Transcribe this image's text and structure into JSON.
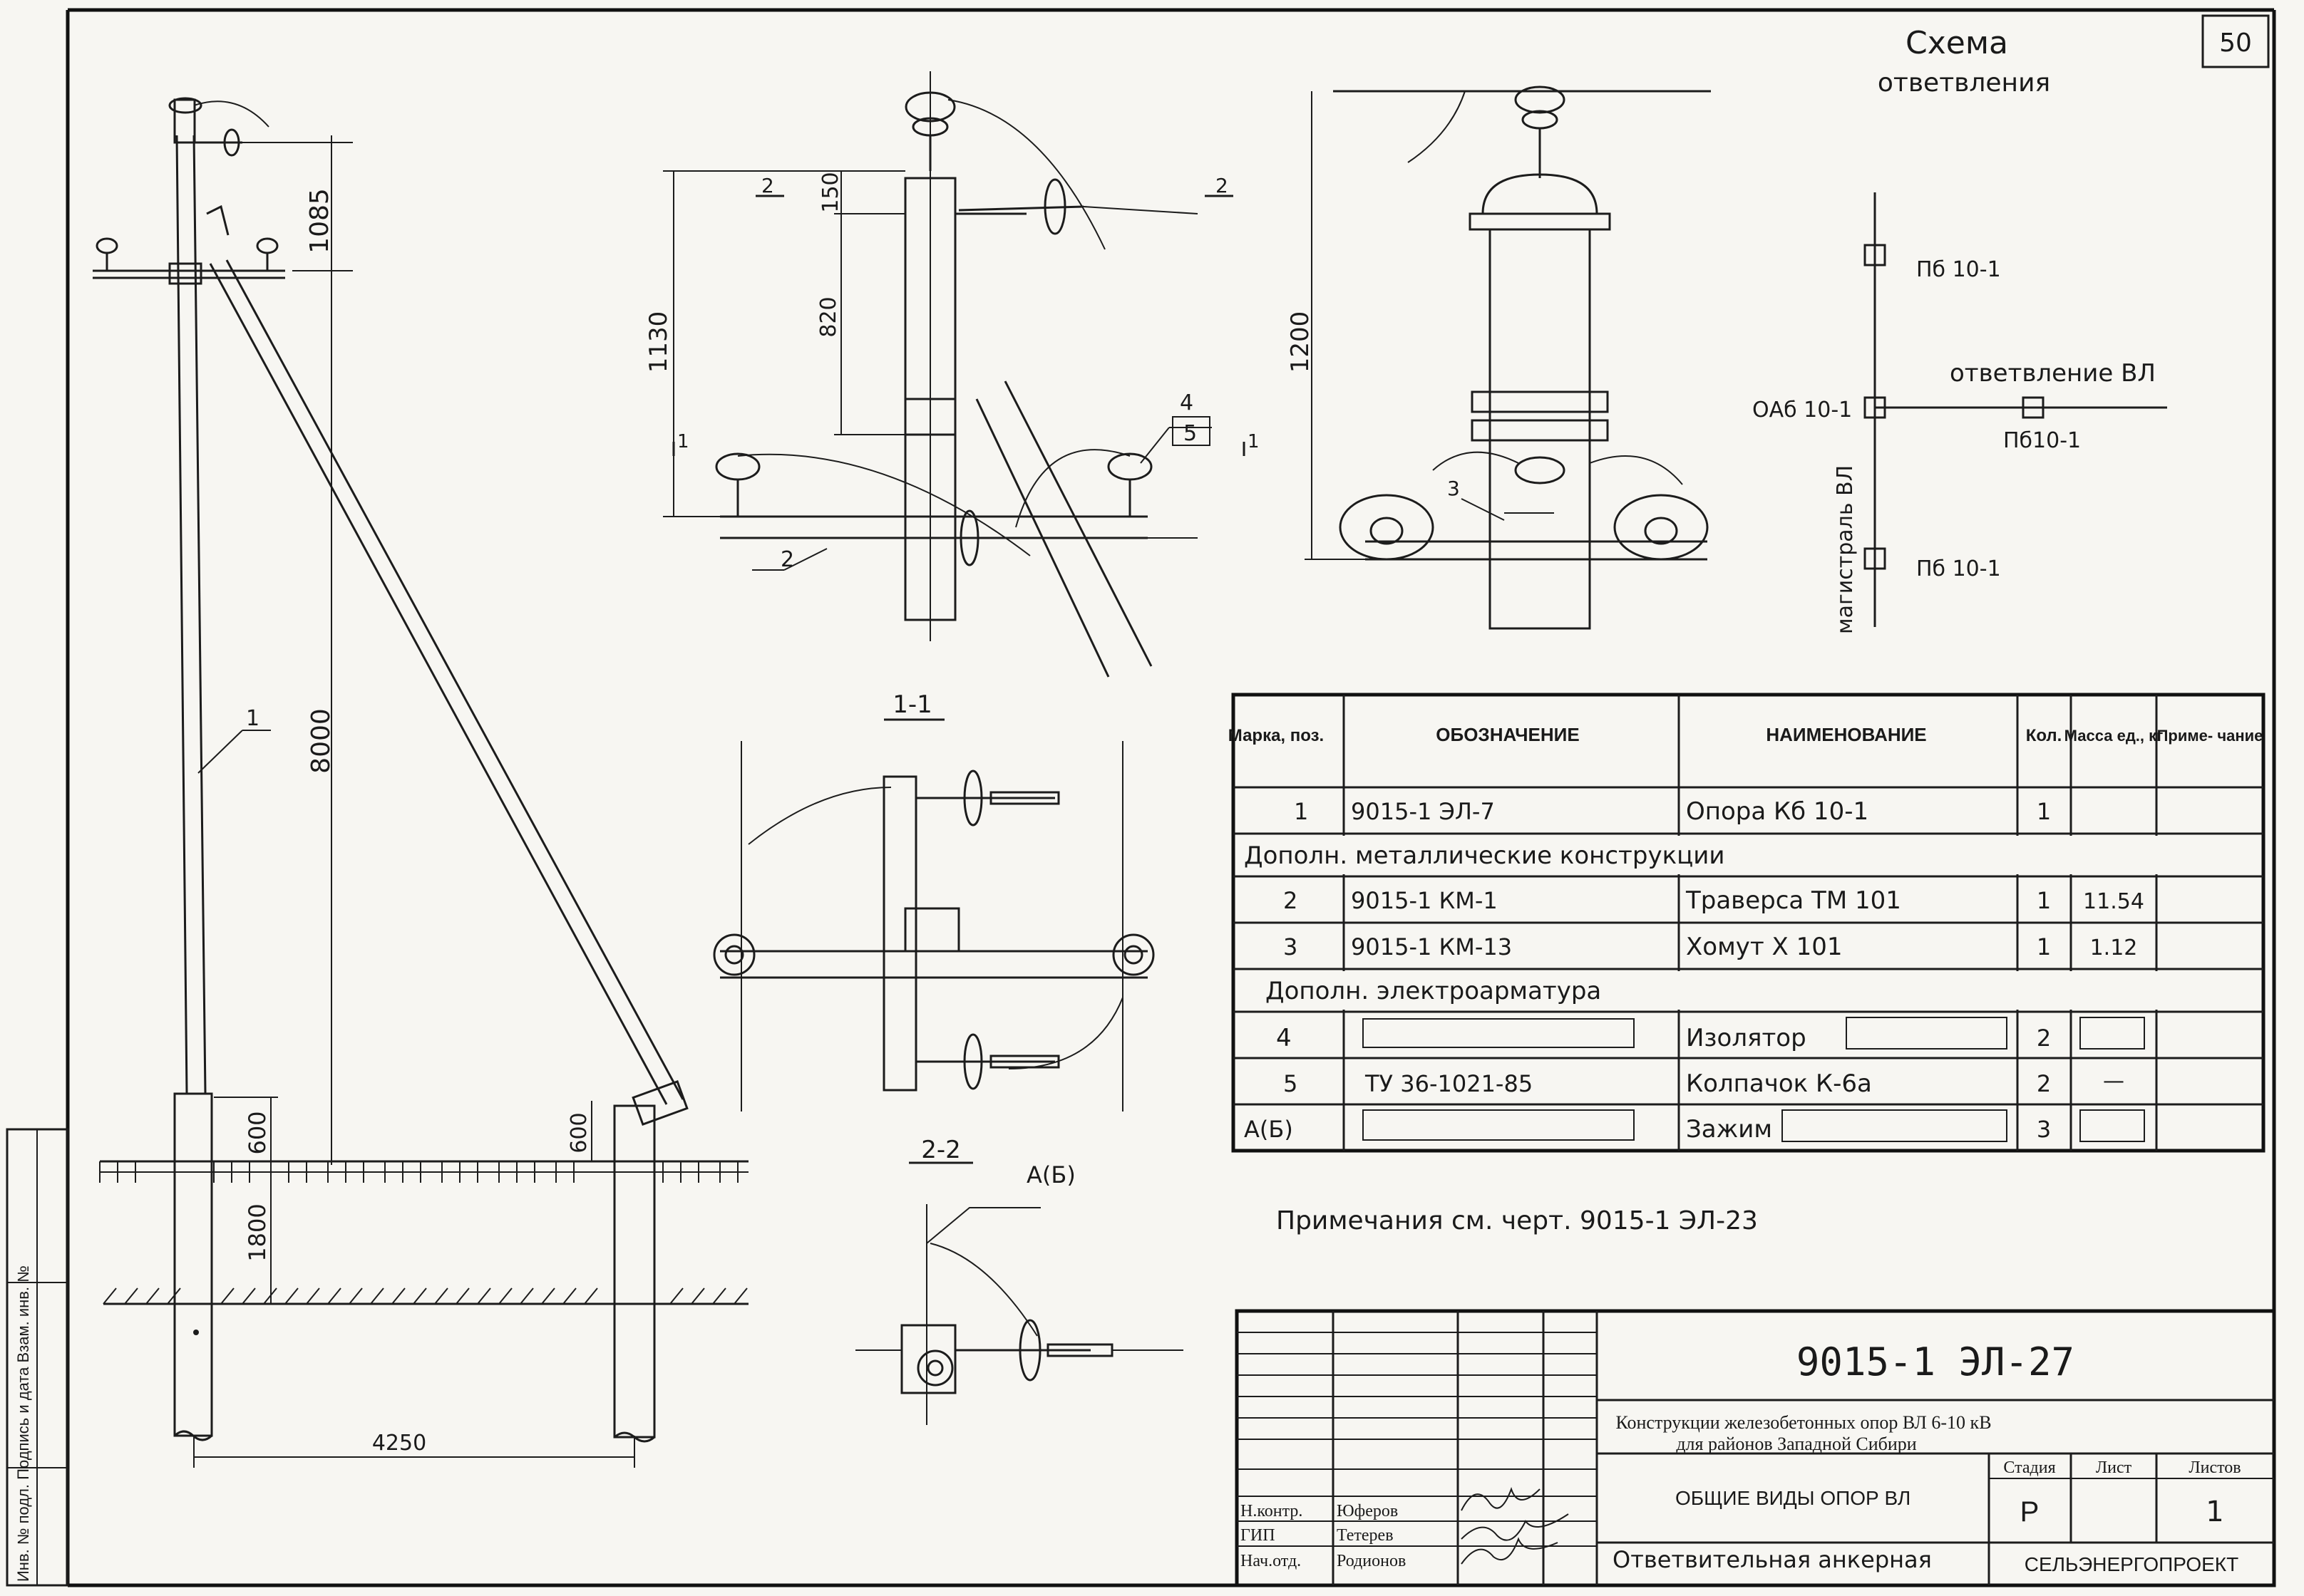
{
  "sheet_number": "50",
  "scheme": {
    "title_line1": "Схема",
    "title_line2": "ответвления",
    "main_line": "магистраль ВЛ",
    "branch_line": "ответвление ВЛ",
    "nodes": [
      "Пб 10-1",
      "ОАб 10-1",
      "Пб10-1",
      "Пб 10-1"
    ]
  },
  "elevation": {
    "dims": [
      "1085",
      "8000",
      "600",
      "1800",
      "600",
      "4250"
    ],
    "callout": "1"
  },
  "detail_top": {
    "dims": [
      "150",
      "820",
      "1130"
    ],
    "callouts": [
      "2",
      "4",
      "5",
      "2"
    ],
    "section_marks": [
      "2",
      "2",
      "1",
      "1"
    ]
  },
  "detail_side": {
    "dims": [
      "1200"
    ],
    "callouts": [
      "3"
    ]
  },
  "section_labels": [
    "1-1",
    "2-2"
  ],
  "clamp_label": "А(Б)",
  "spec_table": {
    "headers": [
      "Марка, поз.",
      "ОБОЗНАЧЕНИЕ",
      "НАИМЕНОВАНИЕ",
      "Кол.",
      "Масса ед., кг",
      "Приме- чание"
    ],
    "rows": [
      {
        "pos": "1",
        "code": "9015-1 ЭЛ-7",
        "name": "Опора Кб 10-1",
        "qty": "1",
        "mass": "",
        "note": ""
      },
      {
        "section": "Дополн. металлические конструкции"
      },
      {
        "pos": "2",
        "code": "9015-1 КМ-1",
        "name": "Траверса ТМ 101",
        "qty": "1",
        "mass": "11.54",
        "note": ""
      },
      {
        "pos": "3",
        "code": "9015-1 КМ-13",
        "name": "Хомут Х 101",
        "qty": "1",
        "mass": "1.12",
        "note": ""
      },
      {
        "section": "Дополн. электроарматура"
      },
      {
        "pos": "4",
        "code": "",
        "name": "Изолятор",
        "qty": "2",
        "mass": "",
        "note": ""
      },
      {
        "pos": "5",
        "code": "ТУ 36-1021-85",
        "name": "Колпачок К-6а",
        "qty": "2",
        "mass": "—",
        "note": ""
      },
      {
        "pos": "А(Б)",
        "code": "",
        "name": "Зажим",
        "qty": "3",
        "mass": "",
        "note": ""
      }
    ]
  },
  "notes": "Примечания см. черт. 9015-1 ЭЛ-23",
  "title_block": {
    "doc_code": "9015-1 ЭЛ-27",
    "project_title": "Конструкции железобетонных опор ВЛ 6-10 кВ для районов Западной Сибири",
    "sheet_title": "ОБЩИЕ ВИДЫ ОПОР ВЛ",
    "subtitle": "Ответвительная анкерная",
    "stage_label": "Стадия",
    "sheet_label": "Лист",
    "sheets_label": "Листов",
    "stage": "Р",
    "sheets": "1",
    "org": "СЕЛЬЭНЕРГОПРОЕКТ",
    "signatures": [
      {
        "role": "Н.контр.",
        "name": "Юферов"
      },
      {
        "role": "ГИП",
        "name": "Тетерев"
      },
      {
        "role": "Нач.отд.",
        "name": "Родионов"
      }
    ]
  },
  "margin_stamp": "Инв. № подл. Подпись и дата Взам. инв. №"
}
